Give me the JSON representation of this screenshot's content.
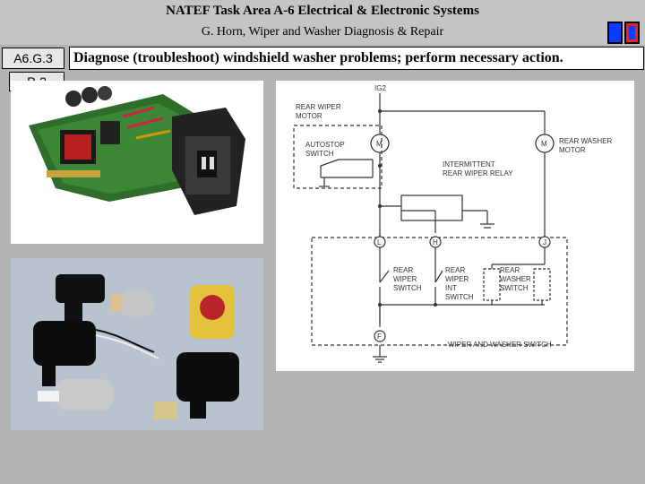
{
  "header": {
    "title": "NATEF Task Area A-6 Electrical & Electronic Systems",
    "subtitle": "G.  Horn, Wiper and Washer Diagnosis & Repair"
  },
  "task": {
    "code": "A6.G.3",
    "page": "P-2",
    "description": "Diagnose (troubleshoot) windshield washer problems; perform necessary action."
  },
  "diagram": {
    "ig2": "IG2",
    "rear_wiper_motor_1": "REAR WIPER",
    "rear_wiper_motor_2": "MOTOR",
    "autostop_1": "AUTOSTOP",
    "autostop_2": "SWITCH",
    "rear_washer_motor_1": "REAR WASHER",
    "rear_washer_motor_2": "MOTOR",
    "relay_1": "INTERMITTENT",
    "relay_2": "REAR WIPER RELAY",
    "motor_symbol": "M",
    "terminal_l": "L",
    "terminal_h": "H",
    "terminal_j": "J",
    "terminal_f": "F",
    "sw1_1": "REAR",
    "sw1_2": "WIPER",
    "sw1_3": "SWITCH",
    "sw2_1": "REAR",
    "sw2_2": "WIPER",
    "sw2_3": "INT",
    "sw2_4": "SWITCH",
    "sw3_1": "REAR",
    "sw3_2": "WASHER",
    "sw3_3": "SWITCH",
    "footer": "WIPER AND WASHER SWITCH"
  },
  "icons": {
    "nav_back": "back-nav-icon",
    "nav_home": "home-nav-icon"
  }
}
